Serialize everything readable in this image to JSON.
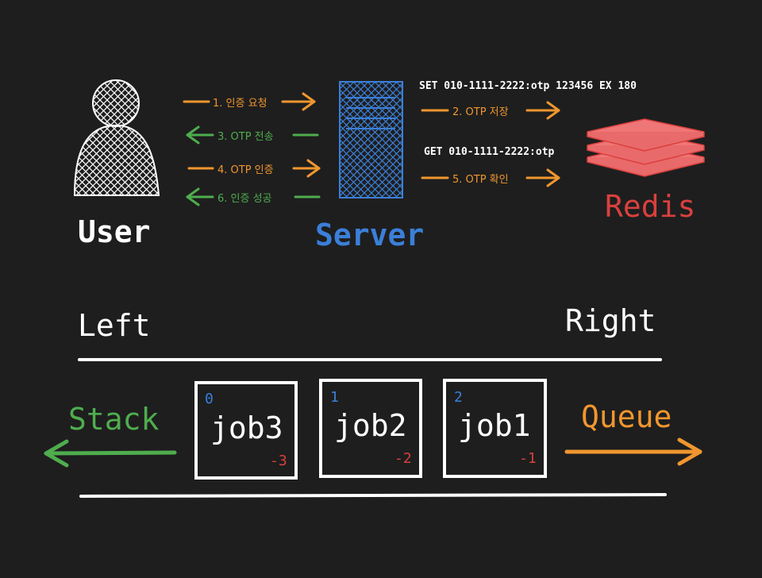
{
  "colors": {
    "background": "#1e1e1e",
    "orange": "#f0962f",
    "green": "#4fad4e",
    "blue": "#3b7fd9",
    "red": "#d9403e",
    "redis_fill": "#ef7676",
    "white": "#ffffff"
  },
  "actors": {
    "user": {
      "label": "User",
      "icon": "user-icon"
    },
    "server": {
      "label": "Server",
      "icon": "server-icon"
    },
    "redis": {
      "label": "Redis",
      "icon": "redis-layers-icon"
    }
  },
  "client_server_messages": [
    {
      "label": "1. 인증 요청",
      "direction": "right",
      "color": "orange"
    },
    {
      "label": "3. OTP 전송",
      "direction": "left",
      "color": "green"
    },
    {
      "label": "4. OTP 인증",
      "direction": "right",
      "color": "orange"
    },
    {
      "label": "6. 인증 성공",
      "direction": "left",
      "color": "green"
    }
  ],
  "server_redis_messages": [
    {
      "command": "SET 010-1111-2222:otp 123456 EX 180",
      "label": "2. OTP 저장",
      "direction": "right",
      "color": "orange"
    },
    {
      "command": "GET 010-1111-2222:otp",
      "label": "5. OTP 확인",
      "direction": "right",
      "color": "orange"
    }
  ],
  "list": {
    "left_label": "Left",
    "right_label": "Right",
    "stack_label": "Stack",
    "queue_label": "Queue",
    "jobs": [
      {
        "name": "job3",
        "index": "0",
        "neg_index": "-3"
      },
      {
        "name": "job2",
        "index": "1",
        "neg_index": "-2"
      },
      {
        "name": "job1",
        "index": "2",
        "neg_index": "-1"
      }
    ]
  }
}
